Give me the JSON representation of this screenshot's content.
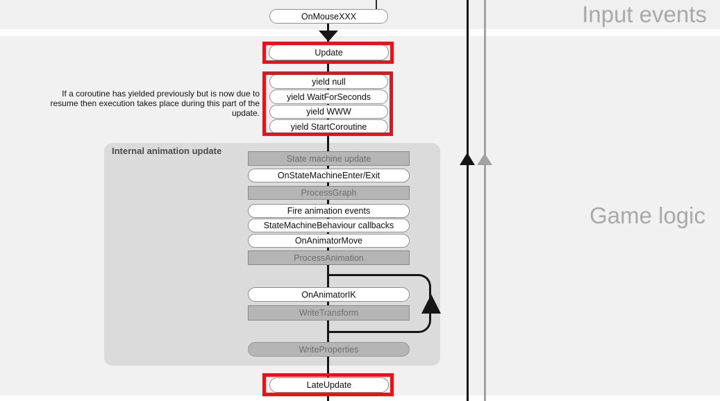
{
  "sections": {
    "input_events": "Input events",
    "game_logic": "Game logic"
  },
  "flow": {
    "on_mouse": "OnMouseXXX",
    "update": "Update",
    "yields": [
      "yield null",
      "yield WaitForSeconds",
      "yield WWW",
      "yield StartCoroutine"
    ],
    "late_update": "LateUpdate"
  },
  "note": {
    "line1": "If a coroutine has yielded previously but is now due to",
    "line2": "resume then execution takes place during this part of the",
    "line3": "update."
  },
  "anim": {
    "title": "Internal animation update",
    "boxes": [
      {
        "label": "State machine update",
        "style": "gray"
      },
      {
        "label": "OnStateMachineEnter/Exit",
        "style": "white"
      },
      {
        "label": "ProcessGraph",
        "style": "gray"
      },
      {
        "label": "Fire animation events",
        "style": "white"
      },
      {
        "label": "StateMachineBehaviour callbacks",
        "style": "white"
      },
      {
        "label": "OnAnimatorMove",
        "style": "white"
      },
      {
        "label": "ProcessAnimation",
        "style": "gray"
      },
      {
        "label": "OnAnimatorIK",
        "style": "white"
      },
      {
        "label": "WriteTransform",
        "style": "gray"
      },
      {
        "label": "WriteProperties",
        "style": "gray-pill"
      }
    ]
  },
  "colors": {
    "highlight_red": "#e0161c",
    "band_gray": "#f0f0f0",
    "container_gray": "#dbdbdb",
    "gray_box_fill": "#b5b5b5",
    "section_label_gray": "#a9a9a9",
    "line_black": "#161616",
    "line_gray": "#a2a2a2"
  }
}
